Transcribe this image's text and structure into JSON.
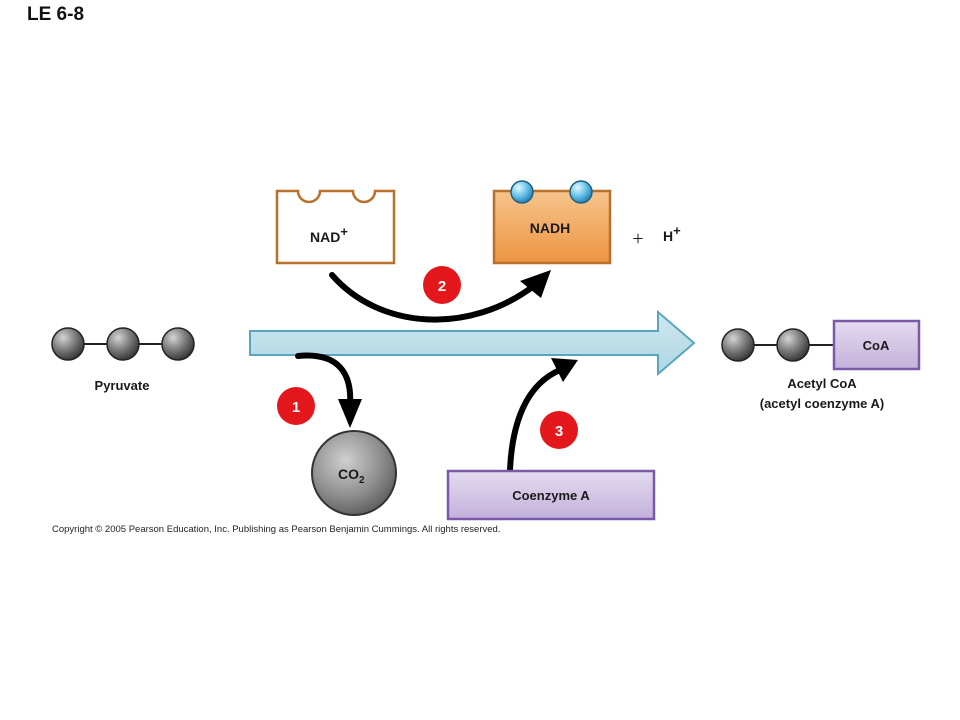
{
  "title": "LE 6-8",
  "labels": {
    "nad": "NAD",
    "nad_charge": "+",
    "nadh": "NADH",
    "plus": "+",
    "h": "H",
    "h_charge": "+",
    "pyruvate": "Pyruvate",
    "co2": "CO",
    "co2_sub": "2",
    "coenzyme_a": "Coenzyme A",
    "coa": "CoA",
    "acetyl_coa": "Acetyl CoA",
    "acetyl_coa_full": "(acetyl coenzyme A)"
  },
  "steps": [
    "1",
    "2",
    "3"
  ],
  "copyright": "Copyright © 2005 Pearson Education, Inc. Publishing as Pearson Benjamin Cummings. All rights reserved.",
  "colors": {
    "main_arrow_fill": "#bfe0e8",
    "main_arrow_stroke": "#5aa5bd",
    "step_badge": "#e3171c",
    "nad_stroke": "#b8702a",
    "nadh_fill": "#f1a55c",
    "coenzyme_fill": "#cfc0e2",
    "coenzyme_stroke": "#7a5aa8",
    "molecule_ball": "#8a8a8a",
    "electron_ball": "#6cc3e6"
  }
}
